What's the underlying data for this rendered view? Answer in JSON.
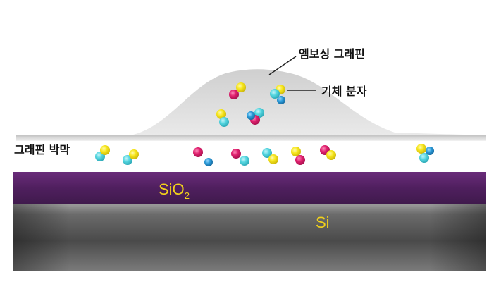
{
  "labels": {
    "embossed_graphene": "엠보싱 그래핀",
    "gas_molecule": "기체 분자",
    "graphene_film": "그래핀 박막",
    "sio2_main": "SiO",
    "sio2_sub": "2",
    "si": "Si"
  },
  "colors": {
    "sio2_layer": "#4f1f5e",
    "si_layer": "#5e5e5e",
    "graphene": "#d9d9d9",
    "layer_text": "#f2d21b",
    "molecule_yellow": "#f7e61c",
    "molecule_cyan": "#55d6e0",
    "molecule_magenta": "#e0206e",
    "molecule_blue": "#2a9ad8"
  },
  "molecules": [
    {
      "name": "gas-molecule-bubble-1",
      "atoms": [
        "magenta",
        "yellow"
      ]
    },
    {
      "name": "gas-molecule-bubble-2",
      "atoms": [
        "yellow",
        "cyan",
        "blue"
      ]
    },
    {
      "name": "gas-molecule-bubble-3",
      "atoms": [
        "yellow",
        "cyan"
      ]
    },
    {
      "name": "gas-molecule-bubble-4",
      "atoms": [
        "cyan",
        "magenta",
        "blue"
      ]
    },
    {
      "name": "gas-molecule-trapped-1",
      "atoms": [
        "cyan",
        "yellow"
      ]
    },
    {
      "name": "gas-molecule-trapped-2",
      "atoms": [
        "cyan",
        "yellow"
      ]
    },
    {
      "name": "gas-molecule-trapped-3",
      "atoms": [
        "magenta",
        "blue"
      ]
    },
    {
      "name": "gas-molecule-trapped-4",
      "atoms": [
        "magenta",
        "cyan"
      ]
    },
    {
      "name": "gas-molecule-trapped-5",
      "atoms": [
        "cyan",
        "yellow"
      ]
    },
    {
      "name": "gas-molecule-trapped-6",
      "atoms": [
        "yellow",
        "magenta"
      ]
    },
    {
      "name": "gas-molecule-trapped-7",
      "atoms": [
        "magenta",
        "yellow"
      ]
    },
    {
      "name": "gas-molecule-trapped-8",
      "atoms": [
        "yellow",
        "cyan",
        "blue"
      ]
    }
  ]
}
